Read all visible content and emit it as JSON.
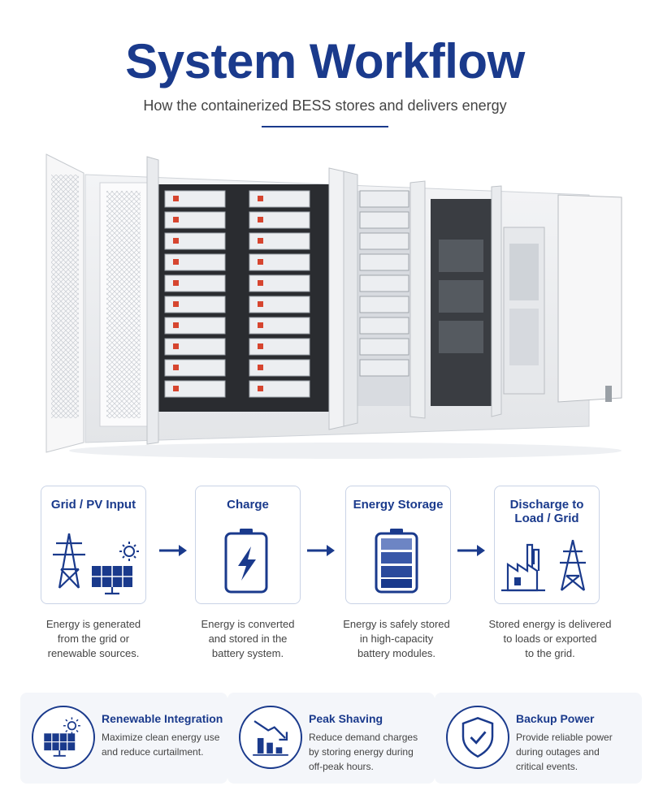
{
  "header": {
    "title": "System Workflow",
    "subtitle": "How the containerized BESS stores and delivers energy"
  },
  "colors": {
    "brand": "#1a3a8c",
    "border": "#c9d3e6",
    "card_bg": "#f4f6fa"
  },
  "steps": [
    {
      "title": "Grid / PV Input",
      "icon": "grid-pv-icon",
      "desc": [
        "Energy is generated",
        "from the grid or",
        "renewable sources."
      ]
    },
    {
      "title": "Charge",
      "icon": "battery-charge-icon",
      "desc": [
        "Energy is converted",
        "and stored in the",
        "battery system."
      ]
    },
    {
      "title": "Energy Storage",
      "icon": "battery-storage-icon",
      "desc": [
        "Energy is safely stored",
        "in high-capacity",
        "battery modules."
      ]
    },
    {
      "title": [
        "Discharge to",
        "Load / Grid"
      ],
      "icon": "factory-tower-icon",
      "desc": [
        "Stored energy is delivered",
        "to loads or exported",
        "to the grid."
      ]
    }
  ],
  "benefits": [
    {
      "title": "Renewable Integration",
      "icon": "solar-panel-icon",
      "desc": [
        "Maximize clean energy use",
        "and reduce curtailment."
      ]
    },
    {
      "title": "Peak Shaving",
      "icon": "bar-chart-down-icon",
      "desc": [
        "Reduce demand charges",
        "by storing energy during",
        "off-peak hours."
      ]
    },
    {
      "title": "Backup Power",
      "icon": "shield-check-icon",
      "desc": [
        "Provide reliable power",
        "during outages and",
        "critical events."
      ]
    }
  ]
}
